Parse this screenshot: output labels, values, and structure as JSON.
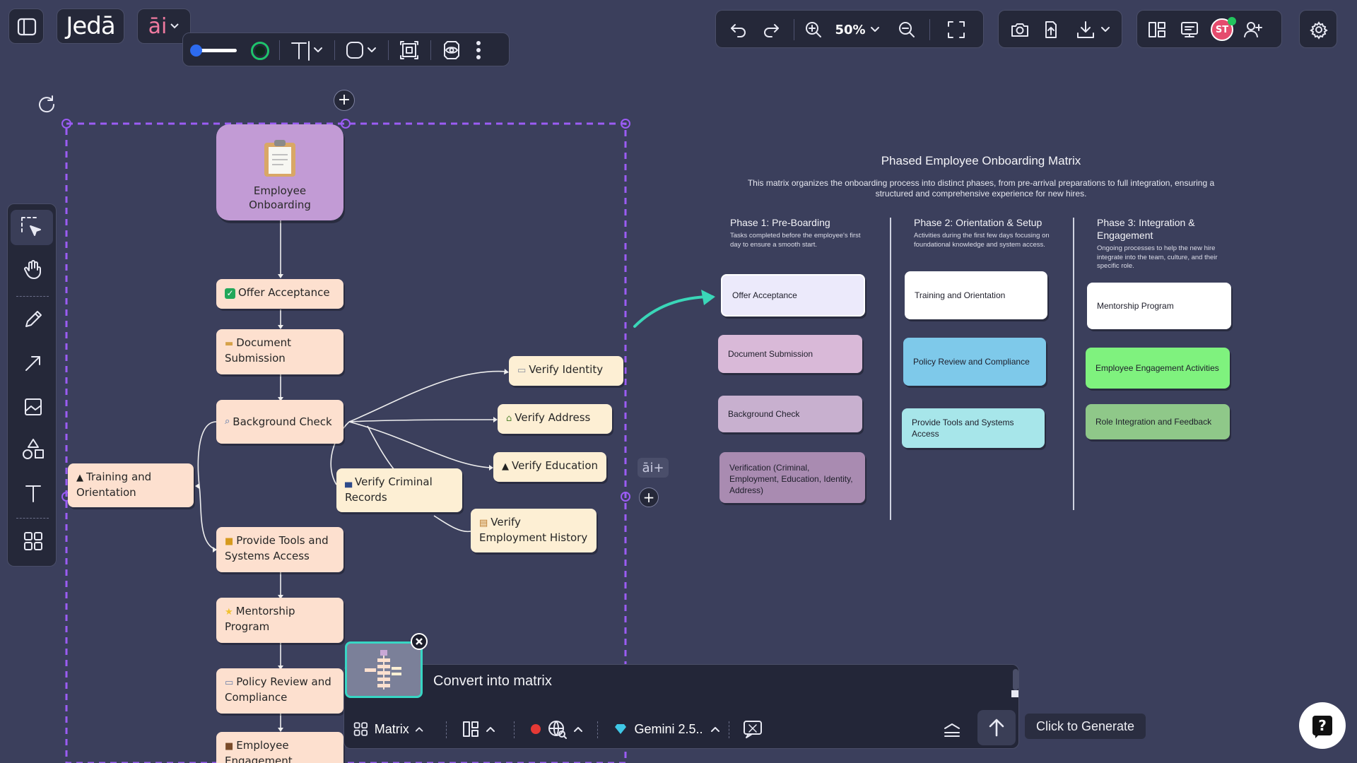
{
  "app": {
    "logo_text": "Jedā",
    "ai_label": "āi",
    "zoom": "50%",
    "avatar_initials": "ST"
  },
  "colors": {
    "background": "#3b3f5c",
    "toolbar": "#252839",
    "selection": "#9b5cf5",
    "node": "#fde0cf",
    "accent_teal": "#3ad6b8",
    "avatar": "#e54c6e"
  },
  "canvas": {
    "add_top_label": "+",
    "add_right_label": "+",
    "ai_plus_label": "āi+",
    "flow_nodes": {
      "root": "Employee Onboarding",
      "offer": "Offer Acceptance",
      "document": "Document Submission",
      "background": "Background Check",
      "training": "Training and Orientation",
      "tools": "Provide Tools and Systems Access",
      "mentorship": "Mentorship Program",
      "policy": "Policy Review and Compliance",
      "engagement": "Employee Engagement",
      "criminal": "Verify Criminal Records",
      "identity": "Verify Identity",
      "address": "Verify Address",
      "education": "Verify Education",
      "employment": "Verify Employment History"
    },
    "flow_icons": {
      "root": "clipboard-icon",
      "offer": "check-icon",
      "document": "folder-icon",
      "background": "magnifier-icon",
      "training": "graduation-cap-icon",
      "tools": "lock-key-icon",
      "mentorship": "star-icon",
      "policy": "book-icon",
      "engagement": "briefcase-icon",
      "criminal": "police-car-icon",
      "identity": "id-card-icon",
      "address": "house-icon",
      "education": "graduation-cap-icon",
      "employment": "scroll-icon"
    }
  },
  "matrix": {
    "title": "Phased Employee Onboarding Matrix",
    "description": "This matrix organizes the onboarding process into distinct phases, from pre-arrival preparations to full integration, ensuring a structured and comprehensive experience for new hires.",
    "phases": [
      {
        "title": "Phase 1: Pre-Boarding",
        "desc": "Tasks completed before the employee's first day to ensure a smooth start.",
        "items": [
          "Offer Acceptance",
          "Document Submission",
          "Background Check",
          "Verification (Criminal, Employment, Education, Identity, Address)"
        ]
      },
      {
        "title": "Phase 2: Orientation & Setup",
        "desc": "Activities during the first few days focusing on foundational knowledge and system access.",
        "items": [
          "Training and Orientation",
          "Policy Review and Compliance",
          "Provide Tools and Systems Access"
        ]
      },
      {
        "title": "Phase 3: Integration & Engagement",
        "desc": "Ongoing processes to help the new hire integrate into the team, culture, and their specific role.",
        "items": [
          "Mentorship Program",
          "Employee Engagement Activities",
          "Role Integration and Feedback"
        ]
      }
    ]
  },
  "prompt_panel": {
    "text": "Convert into matrix",
    "mode_label": "Matrix",
    "model_label": "Gemini 2.5..",
    "generate_tooltip": "Click to Generate"
  },
  "help": {
    "label": "?"
  }
}
